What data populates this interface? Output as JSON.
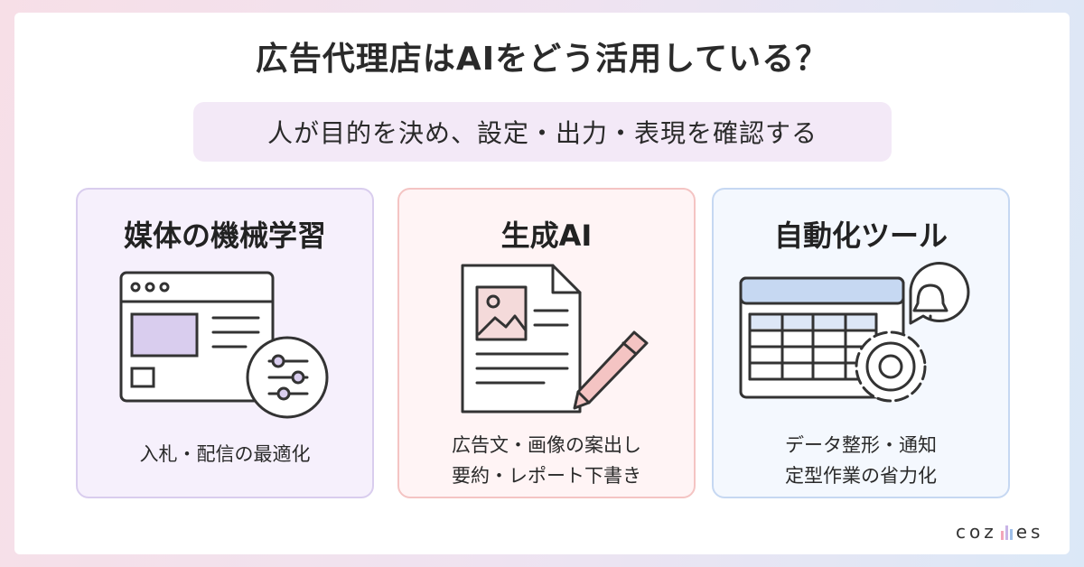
{
  "header": {
    "title": "広告代理店はAIをどう活用している？",
    "subtitle": "人が目的を決め、設定・出力・表現を確認する"
  },
  "cards": [
    {
      "title": "媒体の機械学習",
      "lines": [
        "入札・配信の最適化"
      ],
      "icon": "browser-sliders-icon"
    },
    {
      "title": "生成AI",
      "lines": [
        "広告文・画像の案出し",
        "要約・レポート下書き"
      ],
      "icon": "document-pencil-icon"
    },
    {
      "title": "自動化ツール",
      "lines": [
        "データ整形・通知",
        "定型作業の省力化"
      ],
      "icon": "table-gear-bell-icon"
    }
  ],
  "brand": {
    "left": "coz",
    "right": "es"
  },
  "colors": {
    "lavender": "#d9cdee",
    "pink": "#f4c4c3",
    "blue": "#c6d8f2",
    "ink": "#2a2a2a"
  }
}
